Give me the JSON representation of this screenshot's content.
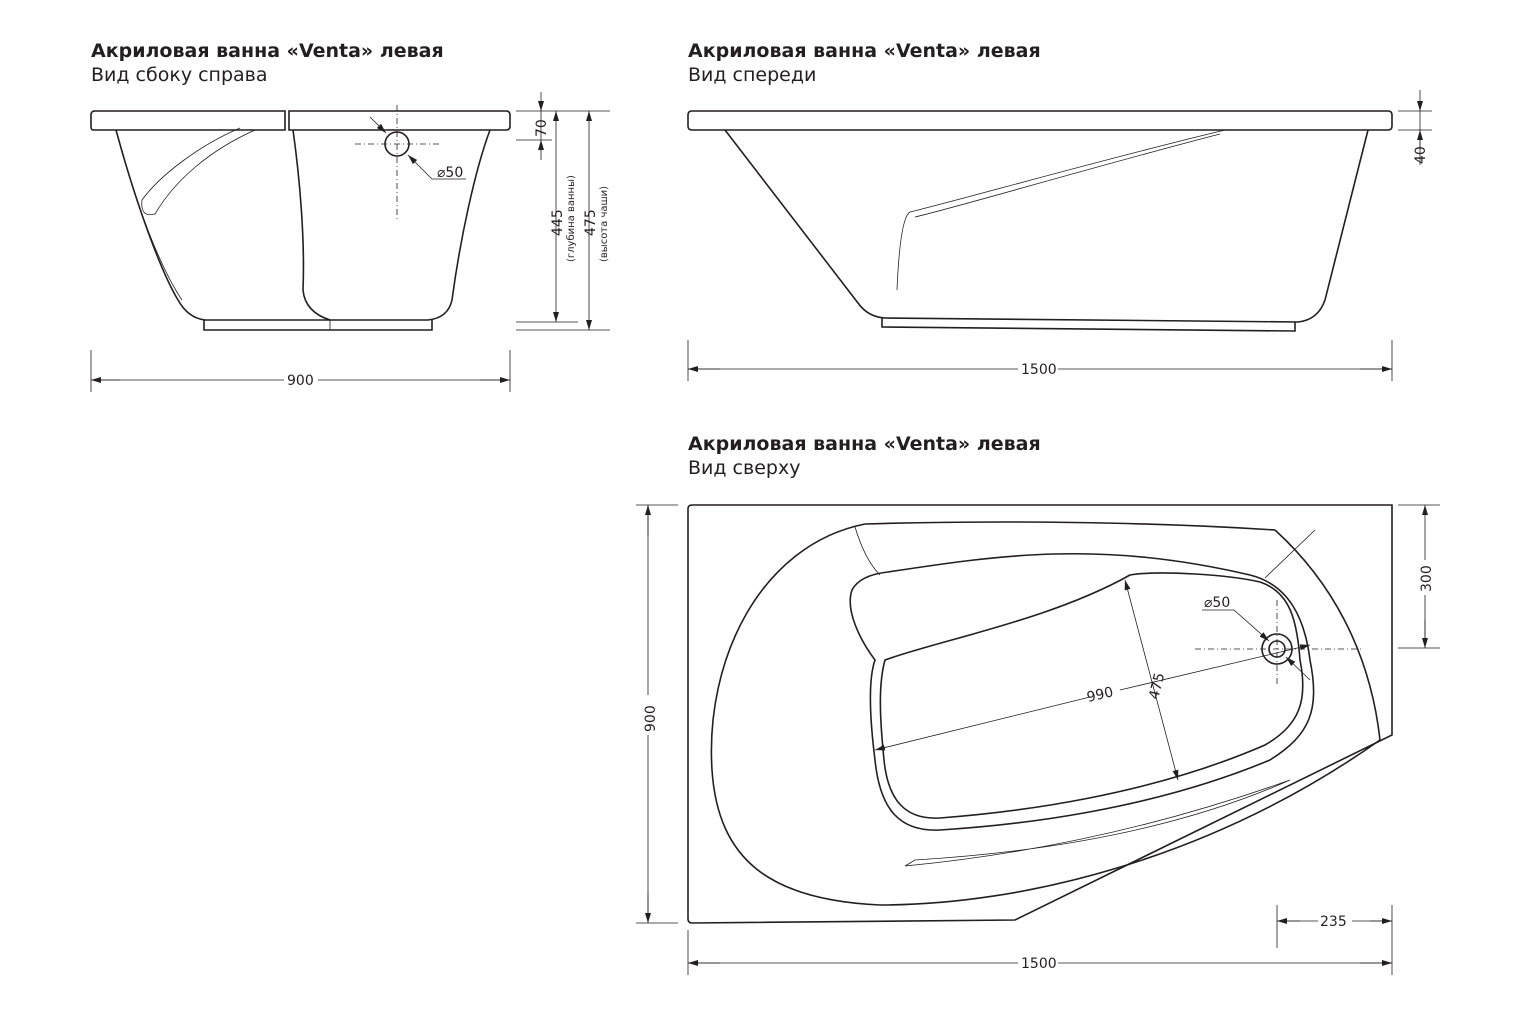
{
  "views": [
    {
      "title": "Акриловая ванна «Venta» левая",
      "subtitle": "Вид сбоку справа"
    },
    {
      "title": "Акриловая ванна «Venta» левая",
      "subtitle": "Вид спереди"
    },
    {
      "title": "Акриловая ванна «Venta» левая",
      "subtitle": "Вид сверху"
    }
  ],
  "side_dims": {
    "width": "900",
    "rim": "70",
    "depth": "445",
    "depth_note": "(глубина ванны)",
    "height": "475",
    "height_note": "(высота чаши)",
    "drain": "⌀50"
  },
  "front_dims": {
    "length": "1500",
    "rim": "40"
  },
  "top_dims": {
    "width": "900",
    "length": "1500",
    "offset_right": "300",
    "offset_bottom": "235",
    "inner_length": "990",
    "inner_width": "475",
    "drain": "⌀50"
  }
}
